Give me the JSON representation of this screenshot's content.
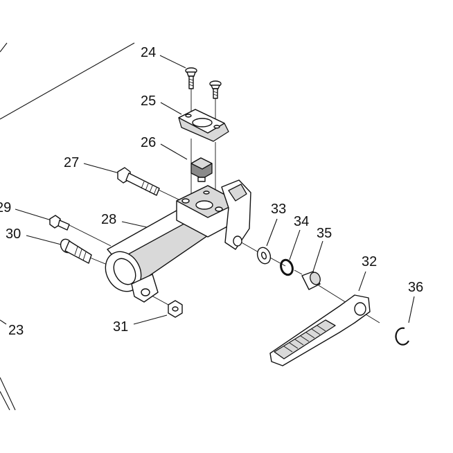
{
  "diagram": {
    "labels": [
      {
        "id": "24",
        "text": "24"
      },
      {
        "id": "25",
        "text": "25"
      },
      {
        "id": "26",
        "text": "26"
      },
      {
        "id": "27",
        "text": "27"
      },
      {
        "id": "28",
        "text": "28"
      },
      {
        "id": "29",
        "text": "29"
      },
      {
        "id": "30",
        "text": "30"
      },
      {
        "id": "31",
        "text": "31"
      },
      {
        "id": "32",
        "text": "32"
      },
      {
        "id": "33",
        "text": "33"
      },
      {
        "id": "34",
        "text": "34"
      },
      {
        "id": "35",
        "text": "35"
      },
      {
        "id": "36",
        "text": "36"
      },
      {
        "id": "23",
        "text": "23"
      }
    ]
  }
}
